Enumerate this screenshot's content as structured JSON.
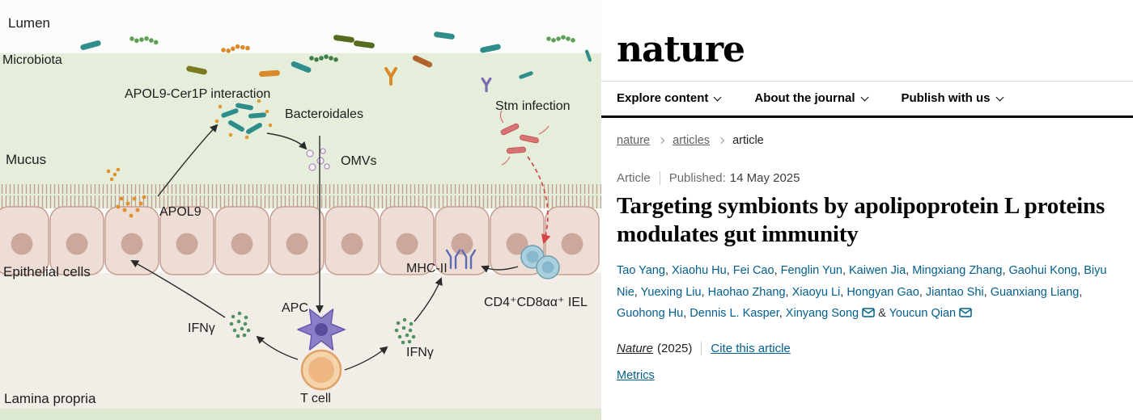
{
  "figure": {
    "regions": {
      "lumen": "Lumen",
      "microbiota": "Microbiota",
      "mucus": "Mucus",
      "epithelial_cells": "Epithelial cells",
      "lamina_propria": "Lamina propria"
    },
    "annotations": {
      "apol9_cer1p": "APOL9-Cer1P interaction",
      "bacteroidales": "Bacteroidales",
      "stm_infection": "Stm infection",
      "omvs": "OMVs",
      "apol9": "APOL9",
      "mhc_ii": "MHC-II",
      "iel": "CD4⁺CD8αα⁺ IEL",
      "ifng_left": "IFNγ",
      "ifng_right": "IFNγ",
      "apc": "APC",
      "t_cell": "T cell"
    }
  },
  "header": {
    "logo": "nature",
    "nav": [
      {
        "label": "Explore content"
      },
      {
        "label": "About the journal"
      },
      {
        "label": "Publish with us"
      }
    ]
  },
  "breadcrumb": {
    "items": [
      {
        "label": "nature"
      },
      {
        "label": "articles"
      },
      {
        "label": "article"
      }
    ]
  },
  "article": {
    "type": "Article",
    "published_label": "Published:",
    "published_date": "14 May 2025",
    "title": "Targeting symbionts by apolipoprotein L proteins modulates gut immunity",
    "authors": [
      {
        "name": "Tao Yang"
      },
      {
        "name": "Xiaohu Hu"
      },
      {
        "name": "Fei Cao"
      },
      {
        "name": "Fenglin Yun"
      },
      {
        "name": "Kaiwen Jia"
      },
      {
        "name": "Mingxiang Zhang"
      },
      {
        "name": "Gaohui Kong"
      },
      {
        "name": "Biyu Nie"
      },
      {
        "name": "Yuexing Liu"
      },
      {
        "name": "Haohao Zhang"
      },
      {
        "name": "Xiaoyu Li"
      },
      {
        "name": "Hongyan Gao"
      },
      {
        "name": "Jiantao Shi"
      },
      {
        "name": "Guanxiang Liang"
      },
      {
        "name": "Guohong Hu"
      },
      {
        "name": "Dennis L. Kasper"
      },
      {
        "name": "Xinyang Song",
        "email": true
      },
      {
        "name": "Youcun Qian",
        "email": true
      }
    ],
    "journal": "Nature",
    "year": "(2025)",
    "cite_link": "Cite this article",
    "metrics_link": "Metrics"
  },
  "colors": {
    "link": "#025e8d",
    "rule": "#000000"
  }
}
